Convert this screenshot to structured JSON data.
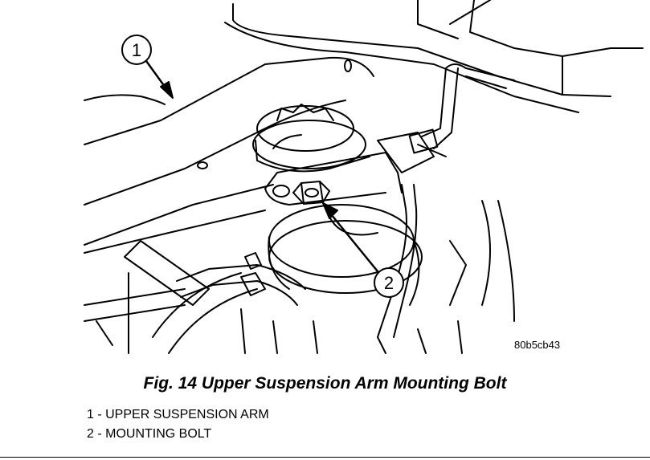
{
  "figure": {
    "image_code": "80b5cb43",
    "caption": "Fig. 14 Upper Suspension Arm Mounting Bolt",
    "callouts": [
      {
        "number": "1",
        "label": "UPPER SUSPENSION ARM"
      },
      {
        "number": "2",
        "label": "MOUNTING BOLT"
      }
    ],
    "legend": [
      "1 - UPPER SUSPENSION ARM",
      "2 - MOUNTING BOLT"
    ]
  }
}
